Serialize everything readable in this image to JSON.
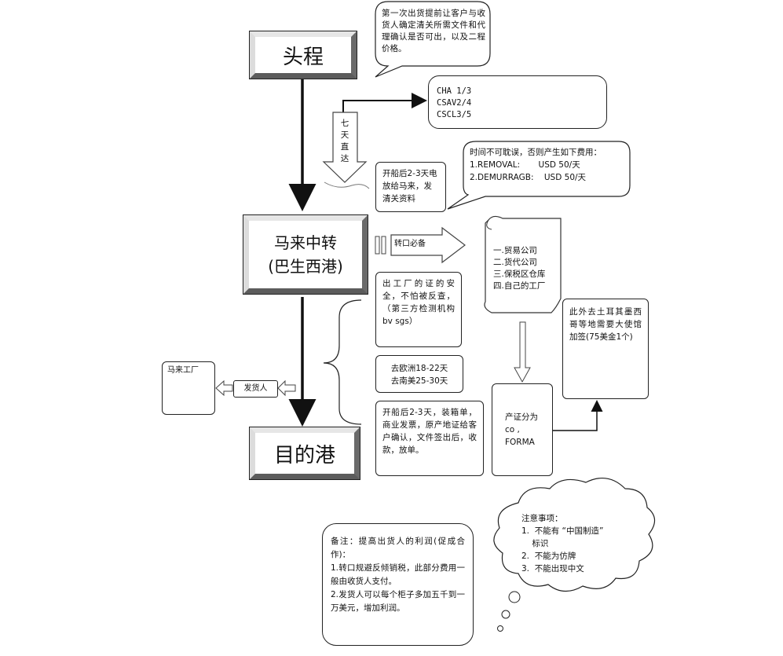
{
  "stages": {
    "first_leg": "头程",
    "malaysia_transit": "马来中转\n(巴生西港)",
    "destination": "目的港"
  },
  "notes": {
    "confirm_first": "第一次出货提前让客户与收货人确定清关所需文件和代理确认是否可出，以及二程价格。",
    "cha_codes": "CHA 1/3\nCSAV2/4\nCSCL3/5",
    "seven_days": "七\n天\n直\n达",
    "telex_release": "开船后2-3天电放给马来，发清关资料",
    "no_delay": "时间不可耽误，否则产生如下费用：\n1.REMOVAL:       USD 50/天\n2.DEMURRAGB:    USD 50/天",
    "transit_required": "转口必备",
    "company_list": "一.贸易公司\n二.货代公司\n三.保税区仓库\n四.自己的工厂",
    "factory_certificate": "出工厂的证的安全，不怕被反查，（第三方检测机构bv sgs）",
    "transit_time": "去欧洲18-22天\n去南美25-30天",
    "documents": "开船后2-3天，装箱单，商业发票，原产地证给客户确认，文件签出后，收款，放单。",
    "origin_cert": "产证分为co , FORMA",
    "embassy": "此外去土耳其墨西哥等地需要大使馆加签(75美金1个)",
    "malaysia_factory": "马来工厂",
    "shipper": "发货人",
    "remark": "备注：提高出货人的利润(促成合作)：\n1.转口规避反倾销税，此部分费用一般由收货人支付。\n2.发货人可以每个柜子多加五千到一万美元，增加利润。",
    "attention": "注意事项：\n1.  不能有 “中国制造” \n    标识\n2.  不能为仿牌\n3.  不能出现中文"
  }
}
